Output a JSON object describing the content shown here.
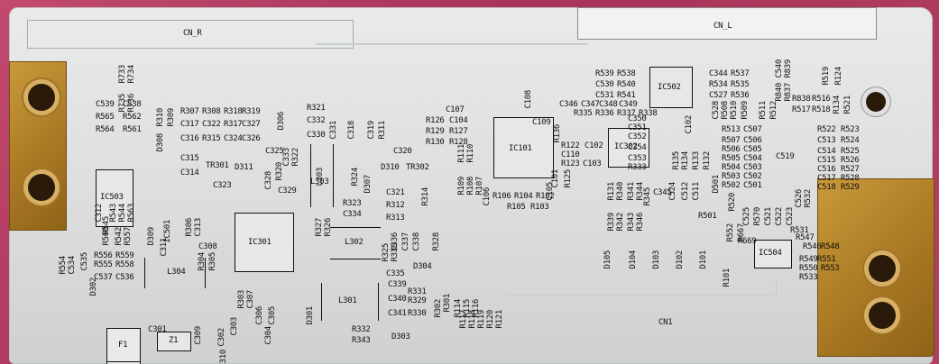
{
  "board": {
    "connectors": {
      "cn_r": "CN_R",
      "cn_l": "CN_L",
      "cn1": "CN1"
    },
    "ics": {
      "ic503": "IC503",
      "ic101": "IC101",
      "ic302": "IC302",
      "ic502": "IC502",
      "ic301": "IC301",
      "ic504": "IC504"
    },
    "inductors": {
      "l303": "L303",
      "l302": "L302",
      "l304": "L304",
      "l301": "L301"
    },
    "parts": {
      "f1": "F1",
      "z1": "Z1"
    },
    "labels": [
      "R733",
      "R734",
      "R735",
      "R736",
      "C539",
      "C538",
      "R565",
      "R562",
      "R564",
      "R561",
      "R310",
      "D308",
      "R309",
      "R307",
      "R308",
      "R318",
      "R319",
      "C317",
      "C322",
      "R317",
      "C327",
      "C316",
      "R315",
      "C324",
      "C326",
      "D306",
      "R321",
      "C332",
      "C330",
      "C331",
      "C318",
      "C319",
      "R311",
      "C325",
      "C333",
      "R322",
      "R320",
      "C328",
      "C329",
      "D311",
      "C315",
      "TR301",
      "C314",
      "C323",
      "L303",
      "R324",
      "D307",
      "D310",
      "TR302",
      "C320",
      "C321",
      "R312",
      "R323",
      "C334",
      "R313",
      "R327",
      "R326",
      "R314",
      "C107",
      "R126",
      "C104",
      "R129",
      "R127",
      "R130",
      "R128",
      "R111",
      "R110",
      "R109",
      "R108",
      "R107",
      "C108",
      "C106",
      "R106",
      "R104",
      "R102",
      "C105",
      "R105",
      "R103",
      "R539",
      "R538",
      "C530",
      "R540",
      "C531",
      "R541",
      "C346",
      "C347",
      "C348",
      "C349",
      "R335",
      "R336",
      "R337",
      "R338",
      "C109",
      "R136",
      "R122",
      "C102",
      "C110",
      "R123",
      "C103",
      "C101",
      "R125",
      "C350",
      "C351",
      "C352",
      "C354",
      "C353",
      "R333",
      "C102",
      "R135",
      "R134",
      "R133",
      "R132",
      "R131",
      "R340",
      "R339",
      "R342",
      "R341",
      "R344",
      "R343",
      "R346",
      "R345",
      "C345",
      "C344",
      "R537",
      "R534",
      "R535",
      "C527",
      "R536",
      "C528",
      "R508",
      "R510",
      "R509",
      "R511",
      "R512",
      "R513",
      "C507",
      "R507",
      "C506",
      "R506",
      "C505",
      "R505",
      "C504",
      "R504",
      "C503",
      "R503",
      "C502",
      "R502",
      "C501",
      "R501",
      "D501",
      "R520",
      "C524",
      "C512",
      "C511",
      "C525",
      "R570",
      "C521",
      "C522",
      "C523",
      "C526",
      "R532",
      "R531",
      "R547",
      "R546",
      "R548",
      "R549",
      "R551",
      "R550",
      "R553",
      "R533",
      "R552",
      "R667",
      "R669",
      "C540",
      "R839",
      "R840",
      "R837",
      "R838",
      "R516",
      "R517",
      "R518",
      "R519",
      "R124",
      "R134",
      "R521",
      "R522",
      "R523",
      "C513",
      "R524",
      "C514",
      "R525",
      "C515",
      "R526",
      "C516",
      "R527",
      "C517",
      "R528",
      "C518",
      "R529",
      "C519",
      "IC501",
      "D309",
      "C311",
      "R306",
      "C313",
      "C312",
      "R545",
      "R543",
      "R544",
      "R563",
      "R560",
      "R542",
      "R557",
      "C535",
      "R556",
      "R559",
      "R555",
      "R558",
      "C534",
      "R554",
      "C537",
      "C536",
      "C308",
      "R304",
      "R305",
      "R303",
      "C307",
      "C306",
      "C305",
      "C304",
      "C302",
      "C303",
      "C310",
      "C309",
      "C301",
      "D302",
      "D301",
      "R325",
      "R336",
      "C336",
      "C337",
      "C338",
      "R328",
      "D304",
      "C335",
      "C339",
      "R331",
      "C340",
      "R329",
      "C341",
      "R330",
      "R332",
      "R343",
      "D303",
      "R302",
      "R301",
      "R114",
      "R115",
      "R116",
      "R117",
      "R118",
      "R119",
      "R120",
      "R121",
      "D105",
      "D104",
      "D103",
      "D102",
      "D101",
      "R101"
    ]
  }
}
